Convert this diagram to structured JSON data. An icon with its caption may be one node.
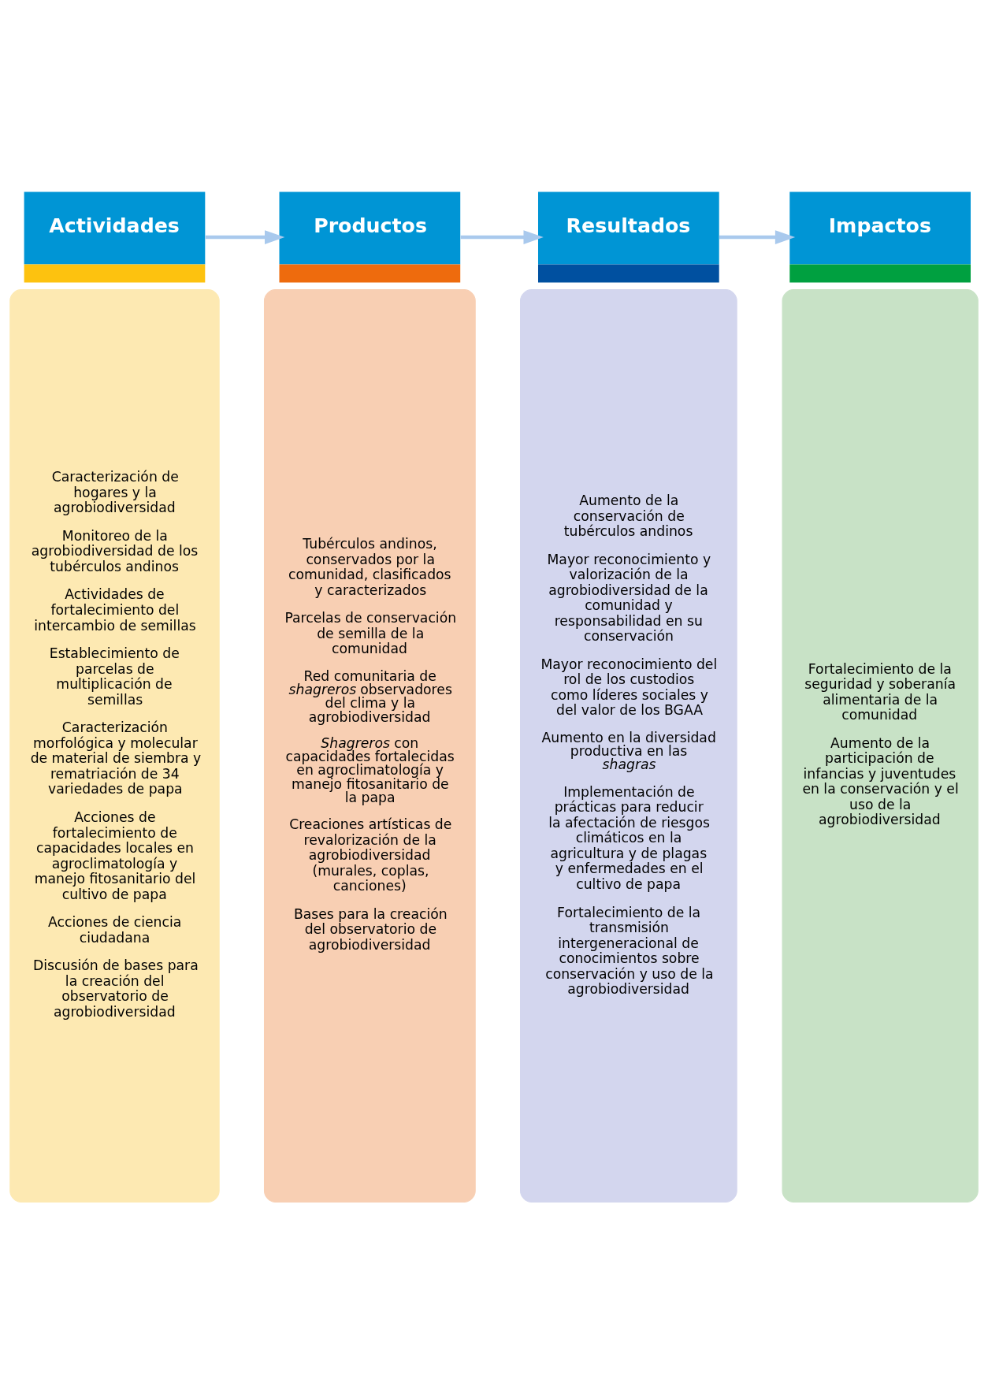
{
  "diagram": {
    "nodes": [
      {
        "text": [
          "Actividades"
        ]
      },
      {
        "text": [
          "Caracterización de hogares y la agrobiodiversidad",
          "Monitoreo de la agrobiodiversidad de los tubérculos andinos",
          "Actividades de fortalecimiento del intercambio de semillas",
          "Establecimiento de parcelas de multiplicación de semillas",
          "Caracterización morfológica y molecular de material de siembra y rematriación de 34 variedades de papa",
          "Acciones de fortalecimiento de capacidades locales en agroclimatología y manejo fitosanitario del cultivo de papa",
          "Acciones de ciencia ciudadana",
          "Discusión de bases para la creación del observatorio de agrobiodiversidad"
        ]
      },
      {
        "text": [
          "Productos"
        ]
      },
      {
        "text": [
          "Tubérculos andinos, conservados por la comunidad, clasificados y caracterizados",
          "Parcelas de conservación de semilla de la comunidad",
          "Red comunitaria de *shagreros* observadores del clima y la agrobiodiversidad",
          "*Shagreros* con capacidades fortalecidas en agroclimatología y manejo fitosanitario de la papa",
          "Creaciones artísticas de revalorización de la agrobiodiversidad (murales, coplas, canciones)",
          "Bases para la creación del observatorio de agrobiodiversidad"
        ]
      },
      {
        "text": [
          "Resultados"
        ]
      },
      {
        "text": [
          "Aumento de la conservación de tubérculos andinos",
          "Mayor reconocimiento y valorización de la agrobiodiversidad de la comunidad y responsabilidad en su conservación",
          "Mayor reconocimiento del rol de los custodios como líderes sociales y del valor de los BGAA",
          "Aumento en la diversidad productiva en las *shagras*",
          "Implementación de prácticas para reducir la afectación de riesgos climáticos en la agricultura y de plagas y enfermedades en el cultivo de papa",
          "Fortalecimiento de la transmisión intergeneracional de conocimientos sobre conservación y uso de la agrobiodiversidad"
        ]
      },
      {
        "text": [
          "Impactos"
        ]
      },
      {
        "text": [
          "Fortalecimiento de la seguridad y soberanía alimentaria de la comunidad",
          "Aumento de la participación de infancias y juventudes en la conservación y el uso de la agrobiodiversidad"
        ]
      }
    ],
    "edges": [
      {
        "from": 0,
        "to": 2,
        "arrow": "to",
        "color": "#a9c9ed"
      },
      {
        "from": 2,
        "to": 4,
        "arrow": "to",
        "color": "#a9c9ed"
      },
      {
        "from": 4,
        "to": 6,
        "arrow": "to",
        "color": "#a9c9ed"
      }
    ]
  }
}
